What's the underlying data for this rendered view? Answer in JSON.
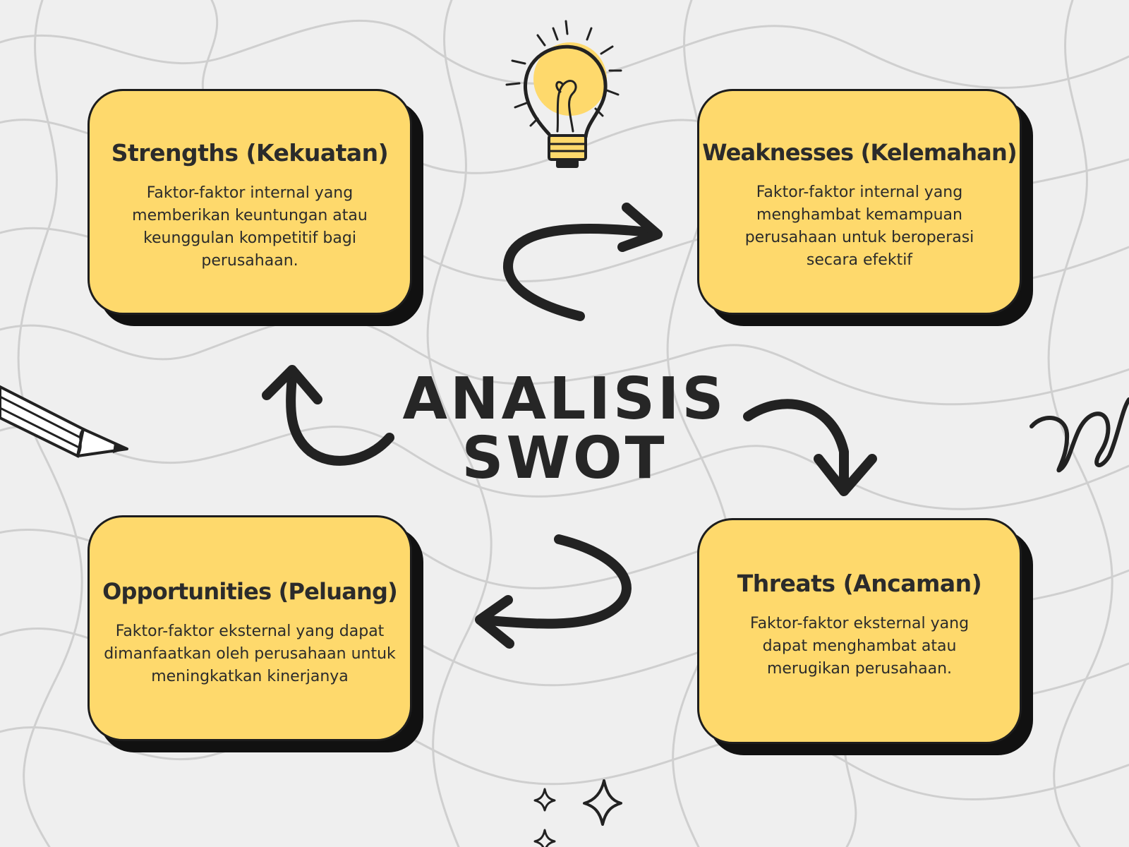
{
  "title": {
    "line1": "ANALISIS",
    "line2": "SWOT"
  },
  "cards": {
    "strengths": {
      "title": "Strengths (Kekuatan)",
      "text": "Faktor-faktor internal yang memberikan keuntungan atau keunggulan kompetitif bagi perusahaan."
    },
    "weaknesses": {
      "title": "Weaknesses (Kelemahan)",
      "text": "Faktor-faktor internal yang menghambat kemampuan perusahaan untuk beroperasi secara efektif"
    },
    "opportunities": {
      "title": "Opportunities (Peluang)",
      "text": "Faktor-faktor eksternal yang dapat dimanfaatkan oleh perusahaan untuk meningkatkan kinerjanya"
    },
    "threats": {
      "title": "Threats (Ancaman)",
      "text": "Faktor-faktor eksternal yang dapat menghambat atau merugikan perusahaan."
    }
  },
  "colors": {
    "background": "#efefef",
    "card_fill": "#fed96c",
    "ink": "#222222",
    "bulb": "#fed96c"
  },
  "icons": [
    "lightbulb-icon",
    "pencil-icon",
    "squiggle-icon",
    "sparkle-icon",
    "arrow-icon"
  ]
}
